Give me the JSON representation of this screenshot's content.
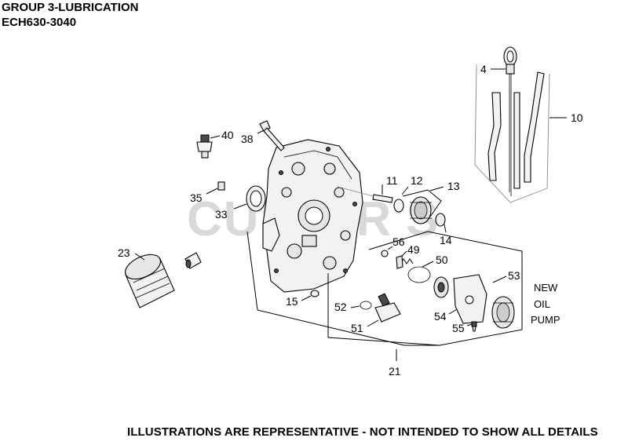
{
  "header": {
    "line1": "GROUP 3-LUBRICATION",
    "line2": "ECH630-3040"
  },
  "footer": "ILLUSTRATIONS ARE REPRESENTATIVE - NOT INTENDED TO SHOW ALL DETAILS",
  "watermark": "CULVER'S",
  "callouts": {
    "c4": "4",
    "c10": "10",
    "c11": "11",
    "c12": "12",
    "c13": "13",
    "c14": "14",
    "c15": "15",
    "c21": "21",
    "c23": "23",
    "c33": "33",
    "c35": "35",
    "c38": "38",
    "c40": "40",
    "c49": "49",
    "c50": "50",
    "c51": "51",
    "c52": "52",
    "c53": "53",
    "c54": "54",
    "c55": "55",
    "c56": "56"
  },
  "note": {
    "line1": "NEW",
    "line2": "OIL",
    "line3": "PUMP"
  }
}
